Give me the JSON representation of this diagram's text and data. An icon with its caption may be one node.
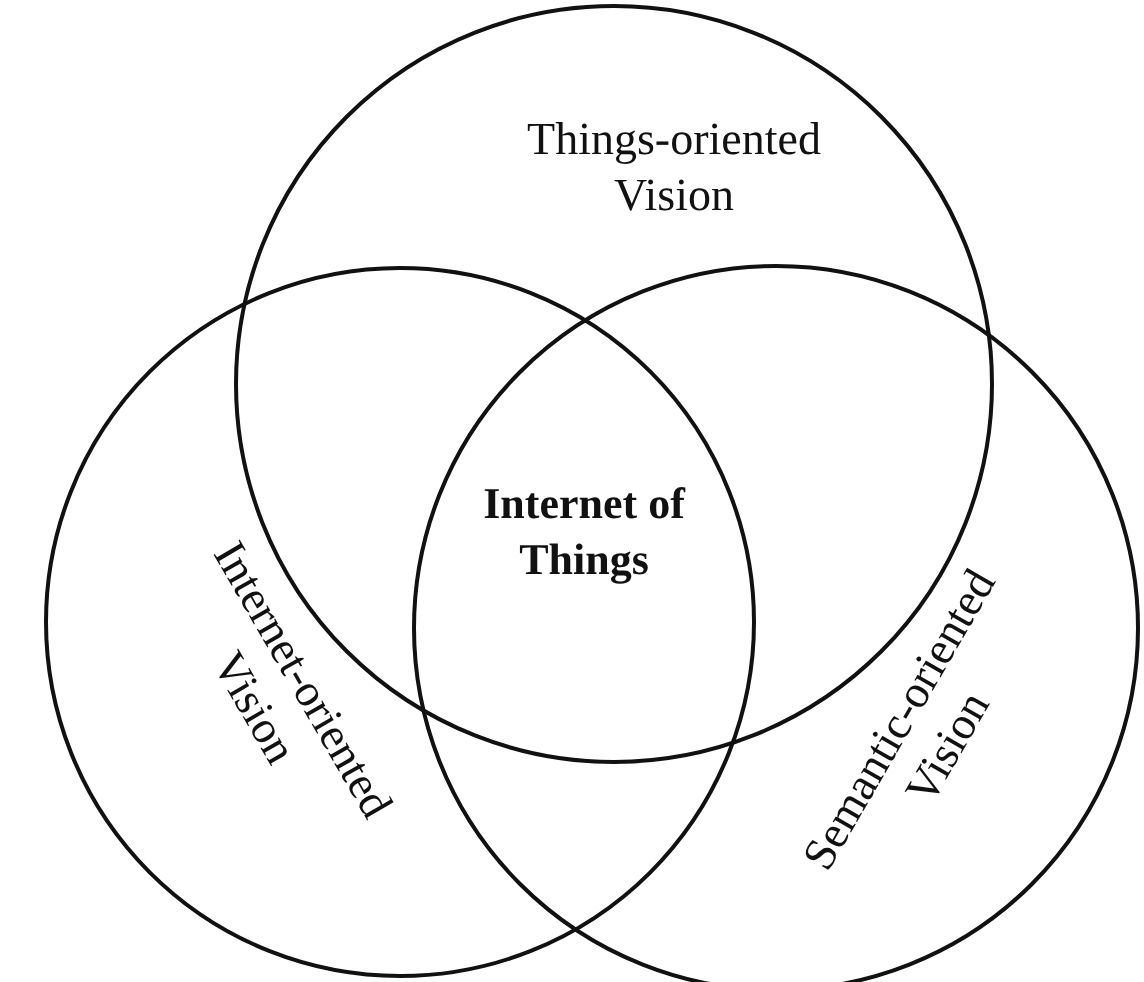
{
  "diagram": {
    "nodes": [
      {
        "text": [
          "Things-oriented Vision"
        ]
      },
      {
        "text": [
          "Internet-oriented Vision"
        ]
      },
      {
        "text": [
          "Semantic-oriented Vision"
        ]
      }
    ],
    "labels": [
      "Internet of Things"
    ]
  }
}
